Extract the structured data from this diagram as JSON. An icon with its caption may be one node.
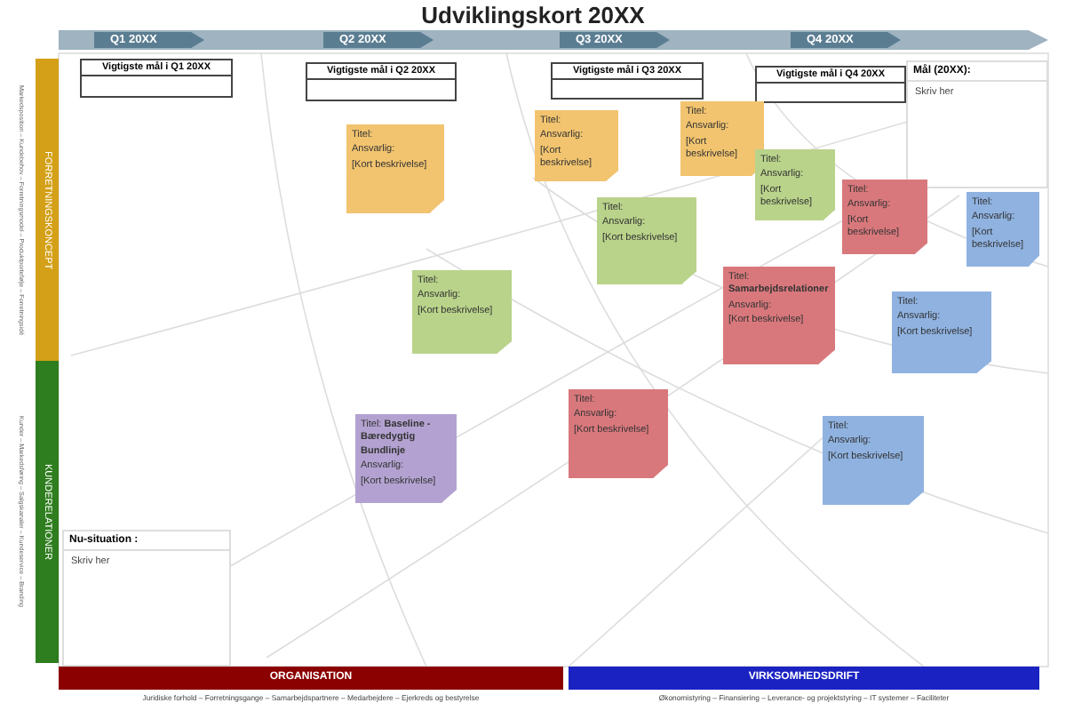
{
  "diagram": {
    "title": "Udviklingskort 20XX",
    "nodes": [
      {
        "text": [
          "Q1 20XX"
        ]
      },
      {
        "text": [
          "Q2 20XX"
        ]
      },
      {
        "text": [
          "Q3 20XX"
        ]
      },
      {
        "text": [
          "Q4 20XX"
        ]
      },
      {
        "text": [
          "Vigtigste mål i Q1 20XX"
        ]
      },
      {
        "text": [
          "Vigtigste mål i Q2 20XX"
        ]
      },
      {
        "text": [
          "Vigtigste mål i Q3 20XX"
        ]
      },
      {
        "text": [
          "Vigtigste mål i Q4 20XX"
        ]
      },
      {
        "text": [
          "Mål (20XX):",
          "Skriv her"
        ]
      },
      {
        "text": [
          "FORRETNINGSKONCEPT"
        ],
        "beside": [
          "Markedsposition – Kundebehov – Forretningsmodel – Produktportefølje – Forretningsidé"
        ]
      },
      {
        "text": [
          "KUNDERELATIONER"
        ],
        "beside": [
          "Kunder – Markedsføring – Salgskanaler – Kundeservice – Branding"
        ]
      },
      {
        "text": [
          "Titel:",
          "Ansvarlig:",
          "[Kort beskrivelse]"
        ]
      },
      {
        "text": [
          "Titel:",
          "Ansvarlig:",
          "[Kort beskrivelse]"
        ]
      },
      {
        "text": [
          "Titel:",
          "Ansvarlig:",
          "[Kort beskrivelse]"
        ]
      },
      {
        "text": [
          "Titel:",
          "Ansvarlig:",
          "[Kort beskrivelse]"
        ]
      },
      {
        "text": [
          "Titel:",
          "Ansvarlig:",
          "[Kort beskrivelse]"
        ]
      },
      {
        "text": [
          "Titel:",
          "Ansvarlig:",
          "[Kort beskrivelse]"
        ]
      },
      {
        "text": [
          "Titel:",
          "Ansvarlig:",
          "[Kort beskrivelse]"
        ]
      },
      {
        "text": [
          "Titel:",
          "Ansvarlig:",
          "[Kort beskrivelse]"
        ]
      },
      {
        "text": [
          "Titel: **Samarbejdsrelationer**",
          "Ansvarlig:",
          "[Kort beskrivelse]"
        ]
      },
      {
        "text": [
          "Titel:",
          "Ansvarlig:",
          "[Kort beskrivelse]"
        ]
      },
      {
        "text": [
          "Titel: **Baseline - Bæredygtig Bundlinje**",
          "Ansvarlig:",
          "[Kort beskrivelse]"
        ]
      },
      {
        "text": [
          "Titel:",
          "Ansvarlig:",
          "[Kort beskrivelse]"
        ]
      },
      {
        "text": [
          "Titel:",
          "Ansvarlig:",
          "[Kort beskrivelse]"
        ]
      },
      {
        "text": [
          "Nu-situation :",
          "Skriv her"
        ]
      },
      {
        "text": [
          "ORGANISATION"
        ],
        "beside": [
          "Juridiske forhold – Forretningsgange – Samarbejdspartnere – Medarbejdere – Ejerkreds og bestyrelse"
        ]
      },
      {
        "text": [
          "VIRKSOMHEDSDRIFT"
        ],
        "beside": [
          "Økonomistyring – Finansiering – Leverance- og projektstyring – IT systemer – Faciliteter"
        ]
      }
    ]
  }
}
